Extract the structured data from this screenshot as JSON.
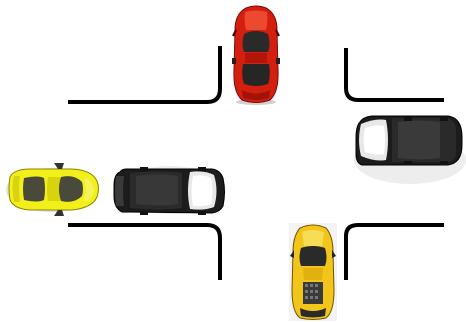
{
  "scene": {
    "background": "#ffffff",
    "curb_color": "#000000",
    "curbs": [
      "top-left",
      "top-right",
      "bottom-left",
      "bottom-right"
    ],
    "vehicles": [
      {
        "id": "red-car",
        "kind": "sports-car",
        "heading": "south",
        "color": "#d41f10"
      },
      {
        "id": "white-van",
        "kind": "van",
        "heading": "west",
        "color": "#1c1c1c",
        "window": "#e8e8e8"
      },
      {
        "id": "yellow-car",
        "kind": "sports-car",
        "heading": "east",
        "color": "#f3ef1a"
      },
      {
        "id": "black-van",
        "kind": "van",
        "heading": "east",
        "color": "#1c1c1c",
        "window": "#e8e8e8"
      },
      {
        "id": "yellow-lambo",
        "kind": "sports-car",
        "heading": "north",
        "color": "#f2c51a"
      }
    ]
  }
}
